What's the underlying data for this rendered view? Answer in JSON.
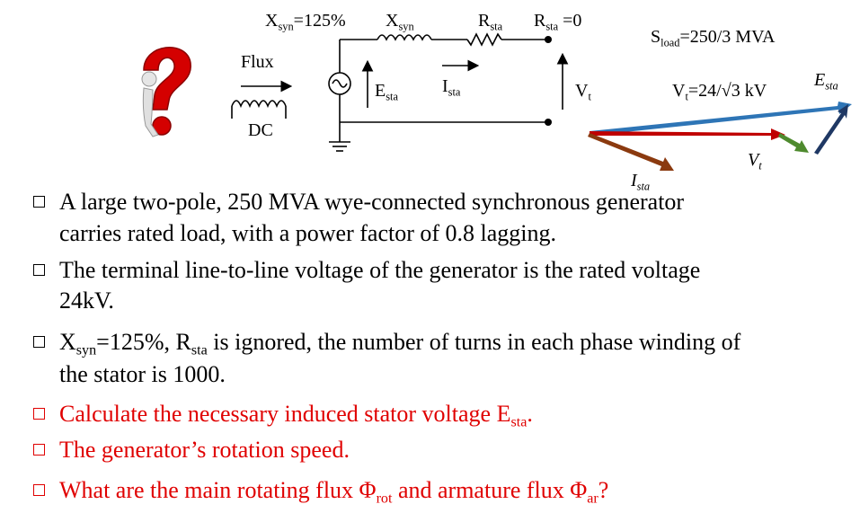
{
  "circuit": {
    "xsyn_eq": {
      "main": "X",
      "sub": "syn",
      "rest": "=125%"
    },
    "xsyn": {
      "main": "X",
      "sub": "syn"
    },
    "rsta": {
      "main": "R",
      "sub": "sta"
    },
    "rsta0": {
      "main": "R",
      "sub": "sta",
      "rest": " =0"
    },
    "flux": "Flux",
    "dc": "DC",
    "esta": {
      "main": "E",
      "sub": "sta"
    },
    "ista": {
      "main": "I",
      "sub": "sta"
    },
    "vt": {
      "main": "V",
      "sub": "t"
    }
  },
  "phasor": {
    "sload": {
      "main": "S",
      "sub": "load",
      "rest": "=250/3 MVA"
    },
    "vt_eq": {
      "main": "V",
      "sub": "t",
      "rest": "=24/√3 kV"
    },
    "esta": {
      "main": "E",
      "sub": "sta"
    },
    "vt": {
      "main": "V",
      "sub": "t"
    },
    "ista": {
      "main": "I",
      "sub": "sta"
    },
    "colors": {
      "blue": "#2e75b6",
      "red": "#c00000",
      "green": "#4e8a2e",
      "navy": "#1f3864",
      "brown": "#8b3a0f"
    }
  },
  "bullets": [
    {
      "l1": "A large two-pole, 250 MVA wye-connected synchronous generator",
      "l2": "carries rated load, with a power factor of 0.8 lagging."
    },
    {
      "l1": "The terminal line-to-line voltage of the generator is the rated voltage",
      "l2": "24kV."
    },
    {
      "l1_a": "X",
      "l1_sub": "syn",
      "l1_b": "=125%,  R",
      "l1_sub2": "sta",
      "l1_c": " is ignored, the number of turns in each phase winding of",
      "l2": "the stator is 1000."
    },
    {
      "a": "Calculate the necessary induced stator voltage E",
      "sub": "sta",
      "b": "."
    },
    {
      "a": "The generator’s rotation speed."
    },
    {
      "a": "What are the main rotating flux Φ",
      "sub": "rot",
      "b": " and armature flux Φ",
      "sub2": "ar",
      "c": "?"
    }
  ],
  "accent_color": "#e00000"
}
